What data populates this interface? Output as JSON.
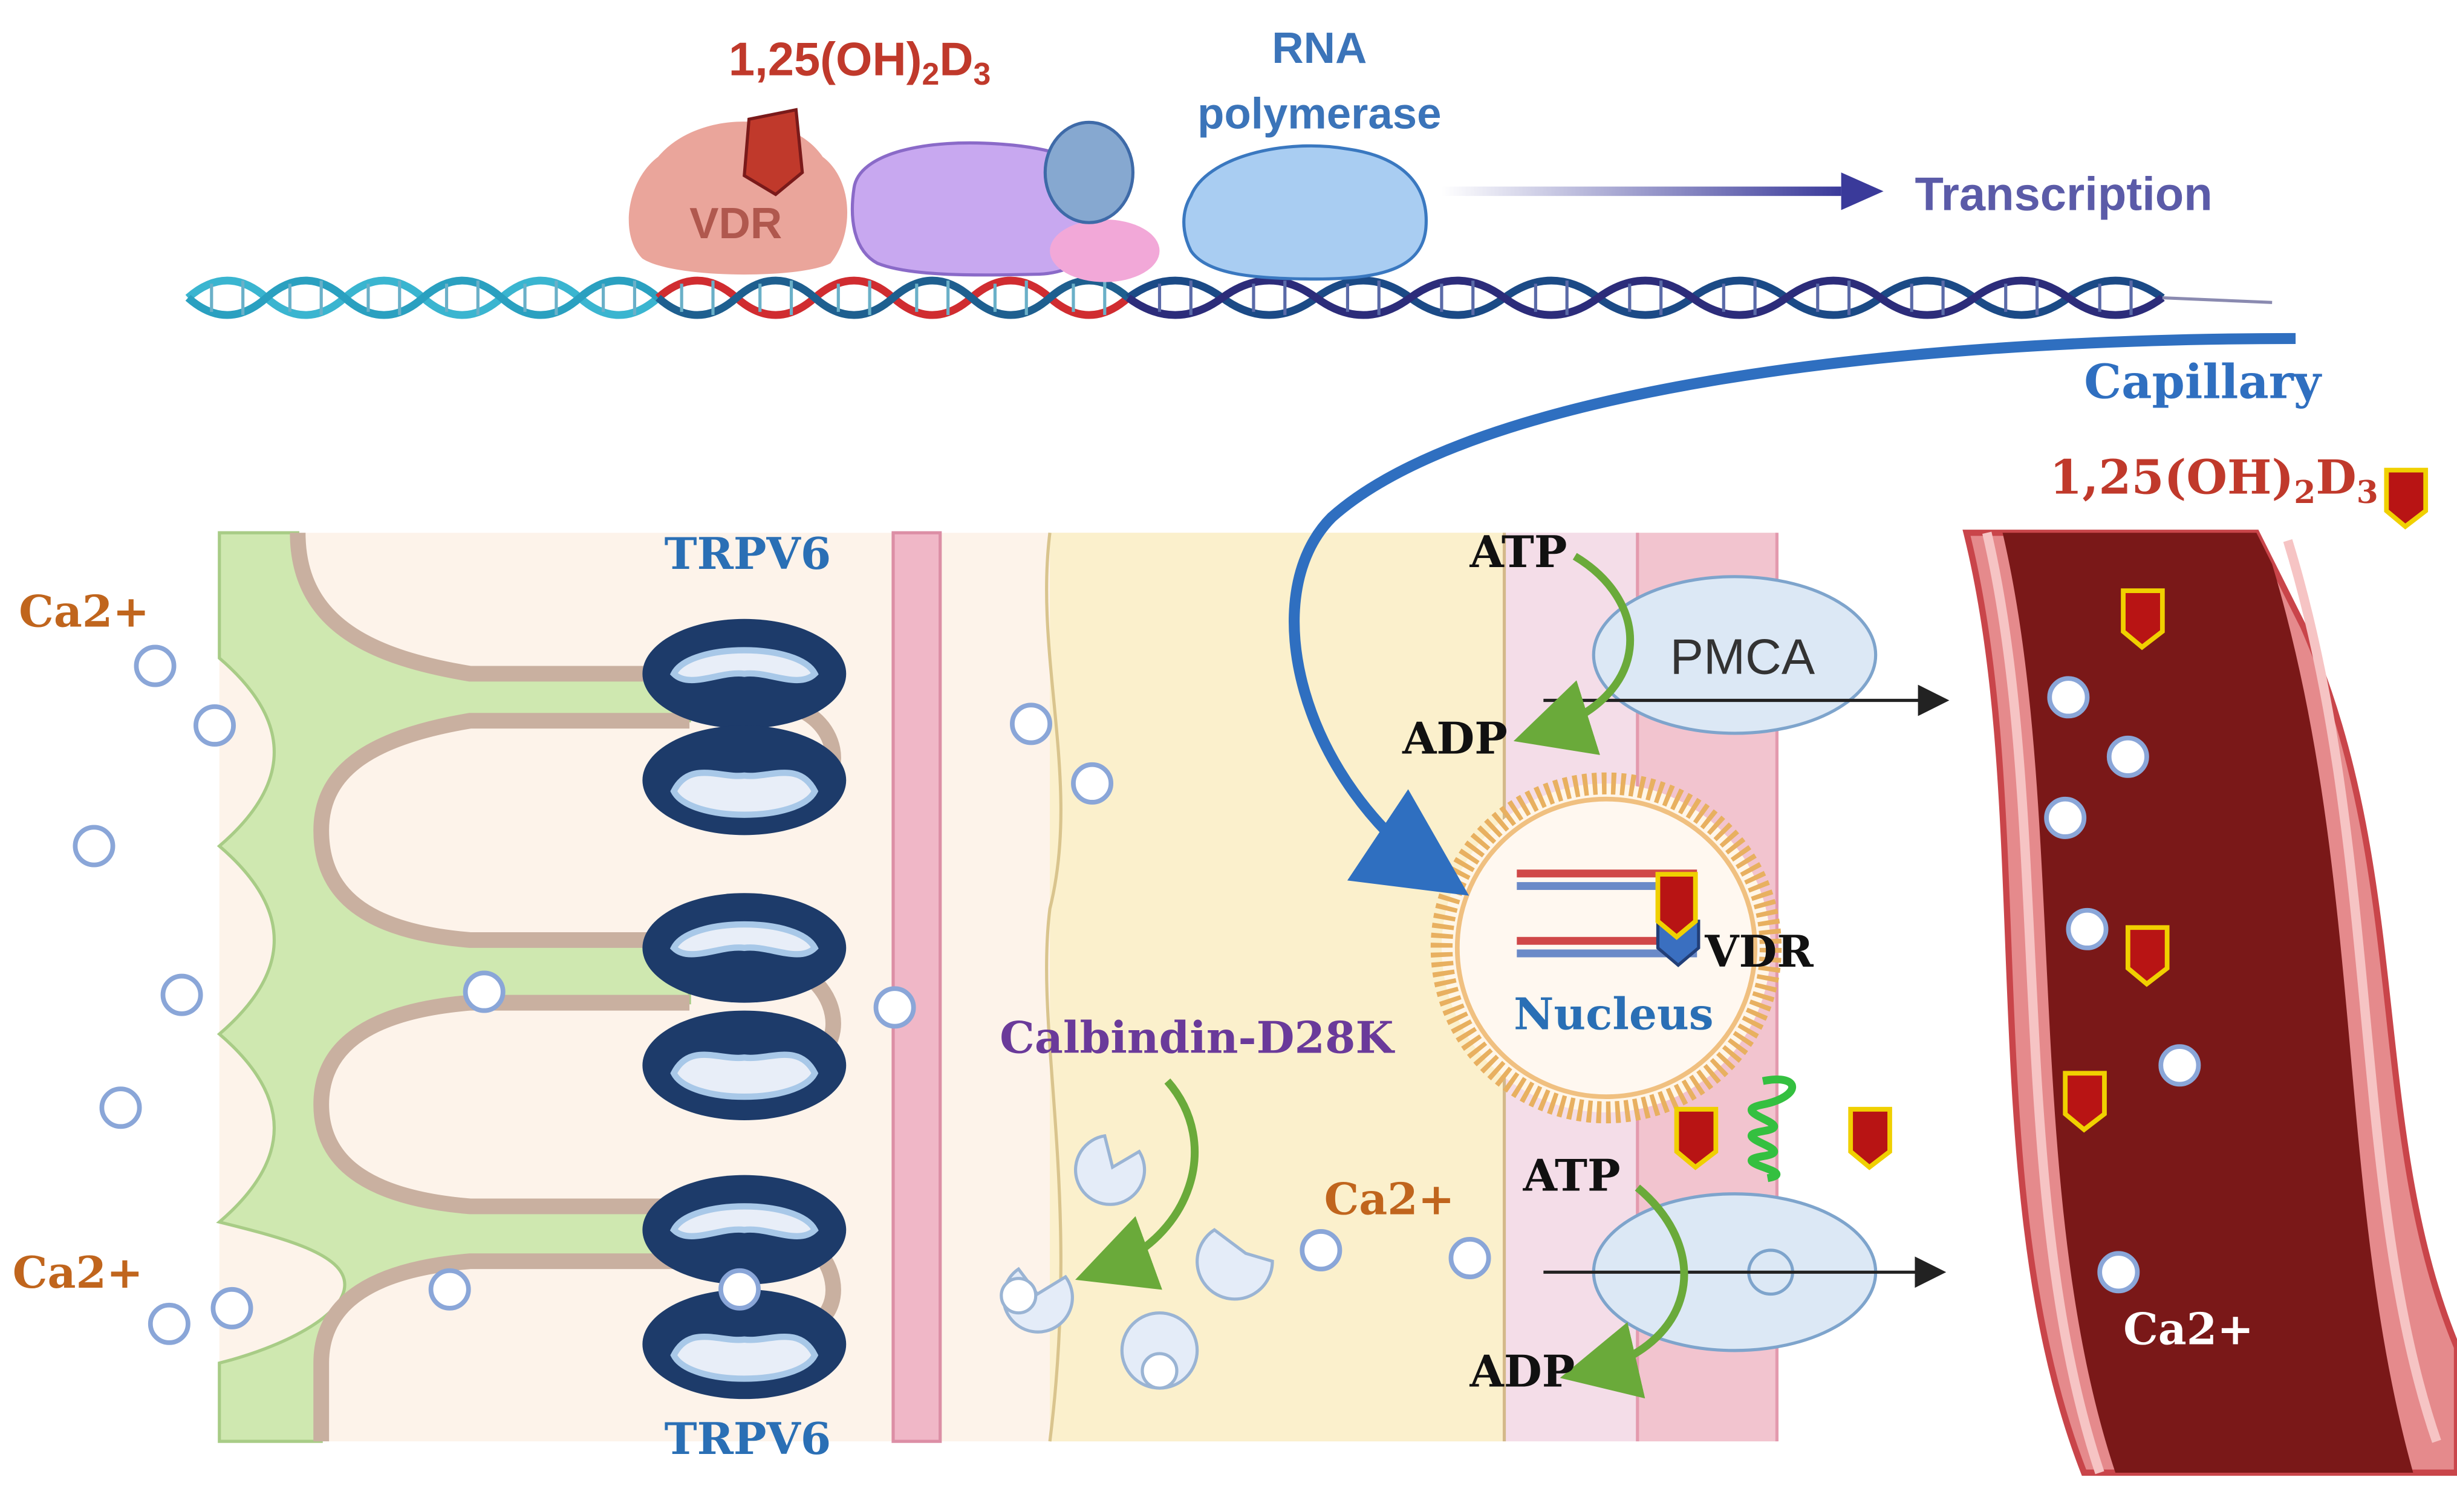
{
  "labels": {
    "hormone_top": "1,25(OH)",
    "hormone_top_sub": "2",
    "hormone_top_tail": "D",
    "hormone_top_sub2": "3",
    "vdr_top": "VDR",
    "rna_line1": "RNA",
    "rna_line2": "polymerase",
    "transcription": "Transcription",
    "capillary": "Capillary",
    "hormone_right": "1,25(OH)",
    "hormone_right_sub": "2",
    "hormone_right_tail": "D",
    "hormone_right_sub2": "3",
    "ca_top_left": "Ca2+",
    "ca_bottom_left": "Ca2+",
    "trpv6_top": "TRPV6",
    "trpv6_bottom": "TRPV6",
    "calbindin": "Calbindin-D28K",
    "ca_middle": "Ca2+",
    "atp_top": "ATP",
    "adp_top": "ADP",
    "pmca": "PMCA",
    "vdr_nucleus": "VDR",
    "nucleus": "Nucleus",
    "atp_bottom": "ATP",
    "adp_bottom": "ADP",
    "ca_vessel": "Ca2+"
  },
  "colors": {
    "hormone_red": "#c0392b",
    "rna_blue": "#3b74b9",
    "transcription": "#5b5ba8",
    "capillary_blue": "#2f6fc0",
    "trpv6_blue": "#2a6fb5",
    "ca_orange": "#c0651d",
    "calbindin_purple": "#6a3a9a",
    "vessel_wall": "#c9454a",
    "vessel_lumen": "#7a1818",
    "arrow_green": "#6aaa3a",
    "dark_text": "#111111"
  }
}
